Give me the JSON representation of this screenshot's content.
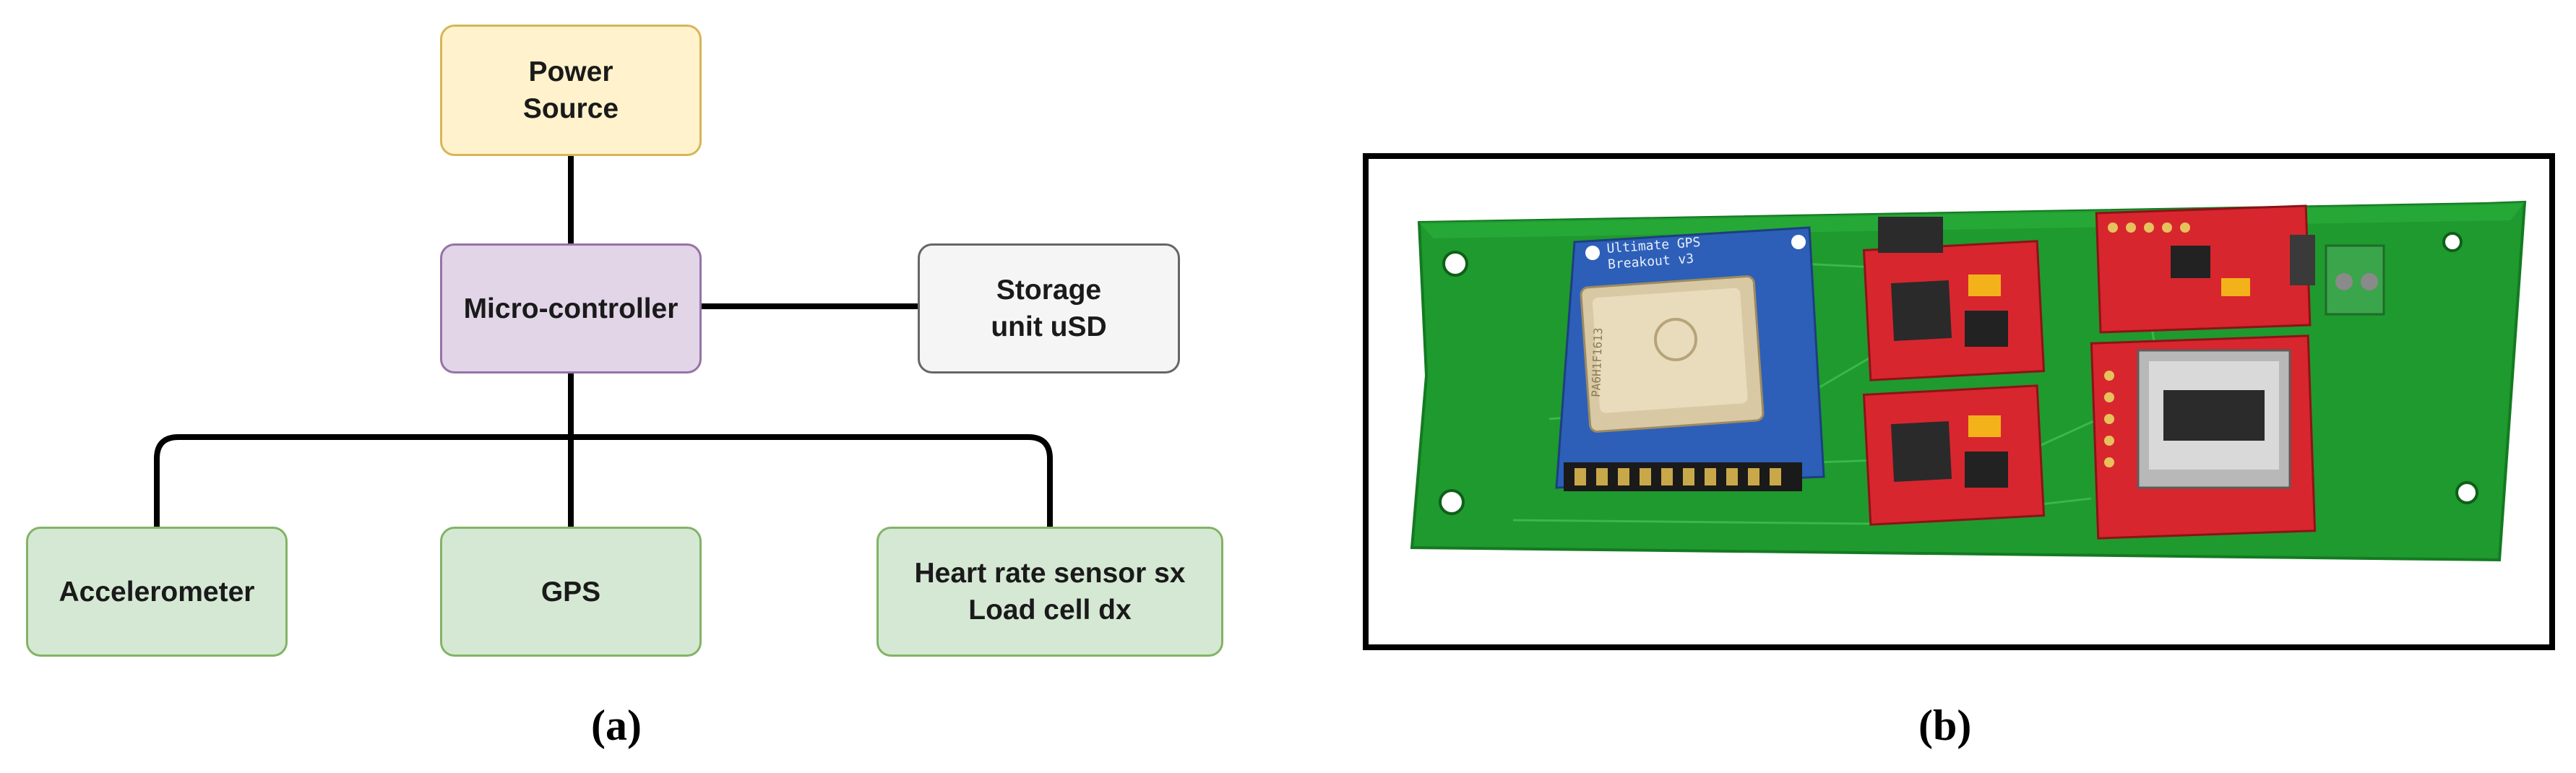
{
  "diagram": {
    "nodes": {
      "power": "Power\nSource",
      "mcu": "Micro-controller",
      "storage": "Storage\nunit uSD",
      "accel": "Accelerometer",
      "gps": "GPS",
      "heart": "Heart rate sensor sx\nLoad cell dx"
    },
    "caption": "(a)"
  },
  "photo": {
    "gps_module_label": "Ultimate GPS\nBreakout v3",
    "antenna_label": "PA6H1F1613",
    "caption": "(b)"
  },
  "colors": {
    "power_fill": "#fff2cc",
    "power_stroke": "#d6b656",
    "mcu_fill": "#e1d5e7",
    "mcu_stroke": "#9673a6",
    "storage_fill": "#f5f5f5",
    "storage_stroke": "#666666",
    "sensor_fill": "#d5e8d4",
    "sensor_stroke": "#82b366",
    "pcb_green": "#1f9a2e",
    "module_red": "#d8262e",
    "module_blue": "#2d5fb8"
  }
}
